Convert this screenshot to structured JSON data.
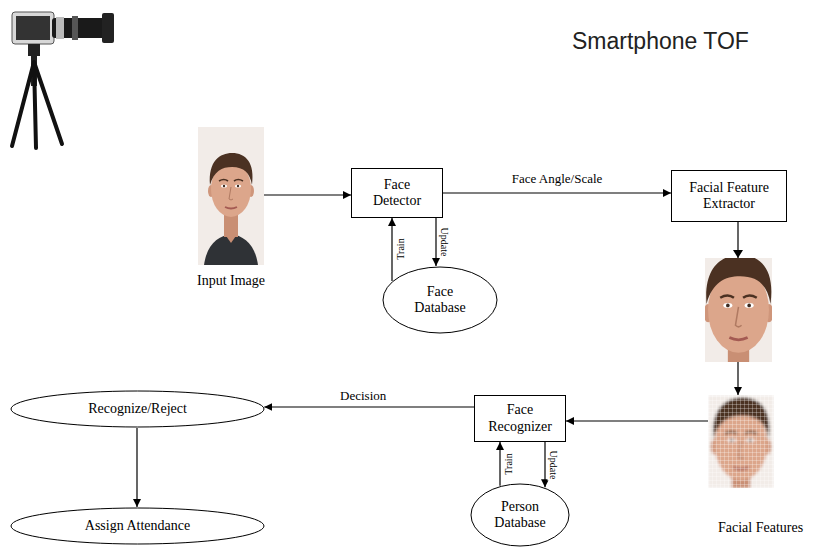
{
  "diagram": {
    "nodes": [
      {
        "text": [
          "Input Image"
        ]
      },
      {
        "text": [
          "Face Detector"
        ]
      },
      {
        "text": [
          "Face Database"
        ]
      },
      {
        "text": [
          "Facial Feature Extractor"
        ]
      },
      {
        "text": [
          "Facial Features"
        ]
      },
      {
        "text": [
          "Face Recognizer"
        ]
      },
      {
        "text": [
          "Person Database"
        ]
      },
      {
        "text": [
          "Recognize/Reject"
        ]
      },
      {
        "text": [
          "Assign Attendance"
        ]
      }
    ],
    "edges": [
      {
        "from": 0,
        "to": 1,
        "arrow": "to"
      },
      {
        "from": 2,
        "to": 1,
        "label": "Train",
        "arrow": "to"
      },
      {
        "from": 1,
        "to": 2,
        "label": "Update",
        "arrow": "to"
      },
      {
        "from": 1,
        "to": 3,
        "label": "Face Angle/Scale",
        "arrow": "to"
      },
      {
        "from": 3,
        "to": 4,
        "arrow": "to"
      },
      {
        "from": 4,
        "to": 5,
        "arrow": "to"
      },
      {
        "from": 6,
        "to": 5,
        "label": "Train",
        "arrow": "to"
      },
      {
        "from": 5,
        "to": 6,
        "label": "Update",
        "arrow": "to"
      },
      {
        "from": 5,
        "to": 7,
        "label": "Decision",
        "arrow": "to"
      },
      {
        "from": 7,
        "to": 8,
        "arrow": "to"
      }
    ],
    "labels": [
      "Smartphone TOF"
    ]
  }
}
